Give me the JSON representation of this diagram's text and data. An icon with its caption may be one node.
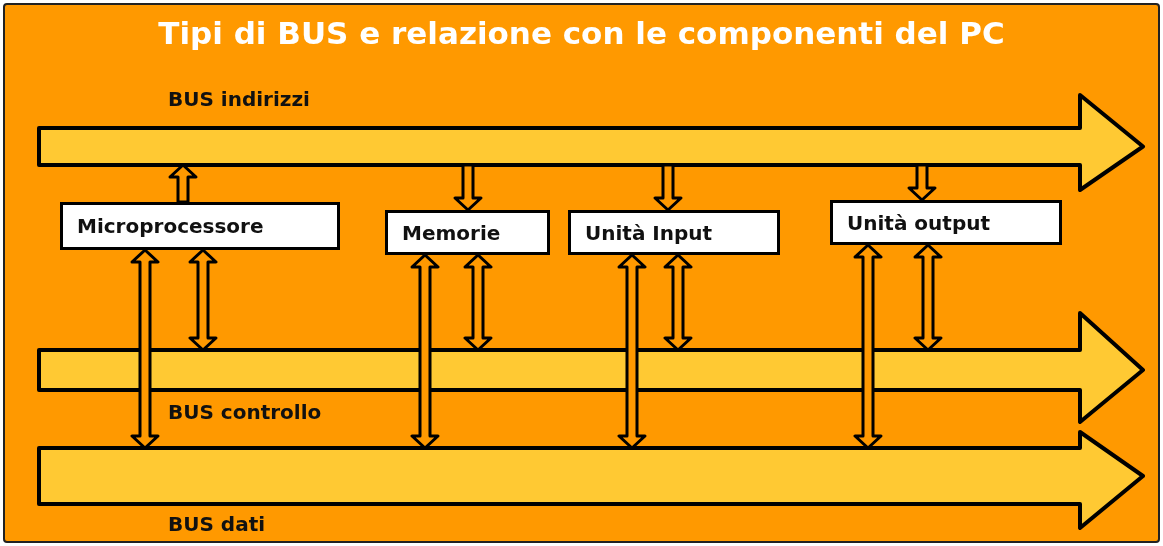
{
  "diagram": {
    "title": "Tipi di BUS e relazione con le componenti del PC",
    "nodes": [
      {
        "text": [
          "BUS indirizzi"
        ]
      },
      {
        "text": [
          "Microprocessore"
        ]
      },
      {
        "text": [
          "Memorie"
        ]
      },
      {
        "text": [
          "Unità Input"
        ]
      },
      {
        "text": [
          "Unità output"
        ]
      },
      {
        "text": [
          "BUS controllo"
        ]
      },
      {
        "text": [
          "BUS dati"
        ]
      }
    ],
    "edges": [
      {
        "from": 1,
        "to": 0,
        "arrow": "to"
      },
      {
        "from": 0,
        "to": 2,
        "arrow": "to"
      },
      {
        "from": 0,
        "to": 3,
        "arrow": "to"
      },
      {
        "from": 0,
        "to": 4,
        "arrow": "to"
      },
      {
        "from": 1,
        "to": 6,
        "arrow": "both"
      },
      {
        "from": 1,
        "to": 5,
        "arrow": "both"
      },
      {
        "from": 2,
        "to": 6,
        "arrow": "both"
      },
      {
        "from": 2,
        "to": 5,
        "arrow": "both"
      },
      {
        "from": 3,
        "to": 6,
        "arrow": "both"
      },
      {
        "from": 3,
        "to": 5,
        "arrow": "both"
      },
      {
        "from": 4,
        "to": 6,
        "arrow": "both"
      },
      {
        "from": 4,
        "to": 5,
        "arrow": "both"
      }
    ]
  }
}
